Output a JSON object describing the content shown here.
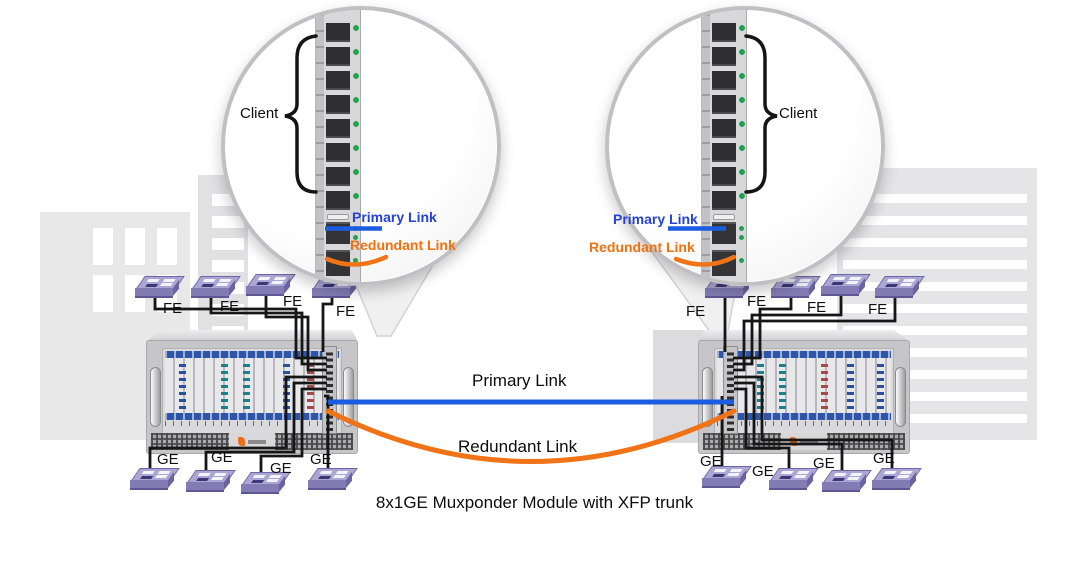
{
  "caption": "8x1GE Muxponder Module with XFP trunk",
  "center_links": {
    "primary": "Primary Link",
    "redundant": "Redundant Link"
  },
  "magnifier_left": {
    "client": "Client",
    "primary": "Primary Link",
    "redundant": "Redundant Link"
  },
  "magnifier_right": {
    "client": "Client",
    "primary": "Primary Link",
    "redundant": "Redundant Link"
  },
  "fe_left": [
    "FE",
    "FE",
    "FE",
    "FE"
  ],
  "ge_left": [
    "GE",
    "GE",
    "GE",
    "GE"
  ],
  "fe_right": [
    "FE",
    "FE",
    "FE",
    "FE"
  ],
  "ge_right": [
    "GE",
    "GE",
    "GE",
    "GE"
  ],
  "colors": {
    "primary_link": "#1b5ce0",
    "redundant_link": "#f07417",
    "primary_text": "#2442d6",
    "redundant_text": "#f2700f",
    "cable": "#161616",
    "led_green": "#1fa24c",
    "switch_purple": "#8781b5"
  }
}
